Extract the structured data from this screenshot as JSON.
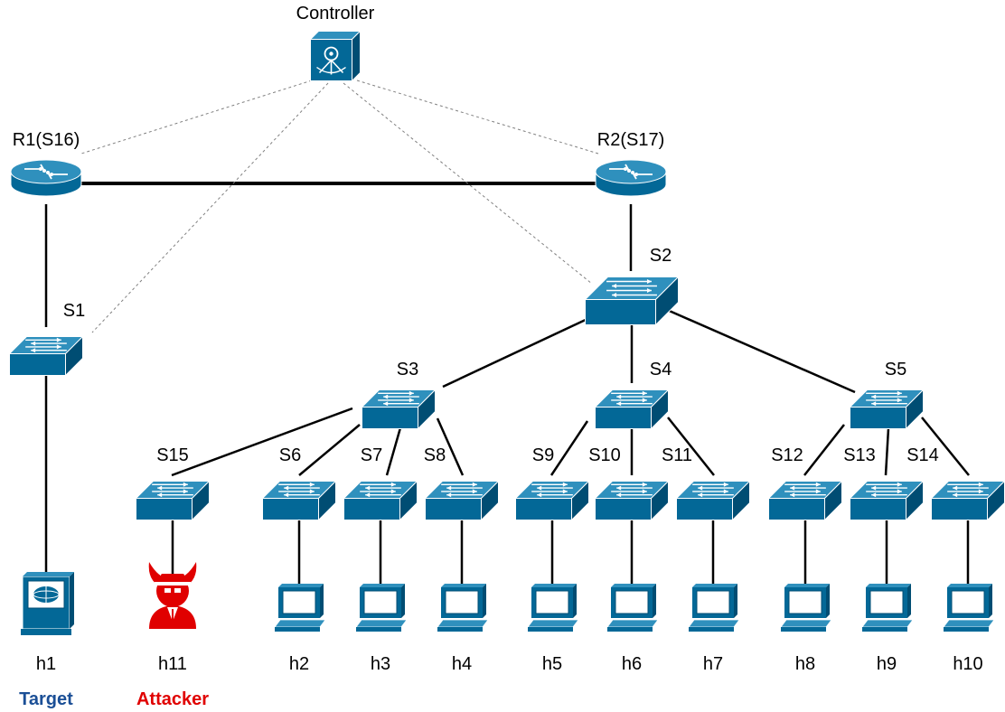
{
  "colors": {
    "device_face": "#036897",
    "device_top": "#2f90bd",
    "device_side": "#004d73",
    "target_label": "#1b4f96",
    "attacker_label": "#e00000",
    "attacker_icon": "#e00000",
    "physical_link": "#000000",
    "control_link": "#808080"
  },
  "nodes": {
    "controller": {
      "label": "Controller",
      "icon": "sdn-controller-icon"
    },
    "r1": {
      "label": "R1(S16)",
      "icon": "router-icon"
    },
    "r2": {
      "label": "R2(S17)",
      "icon": "router-icon"
    },
    "s1": {
      "label": "S1",
      "icon": "switch-icon"
    },
    "s2": {
      "label": "S2",
      "icon": "switch-icon"
    },
    "s3": {
      "label": "S3",
      "icon": "switch-icon"
    },
    "s4": {
      "label": "S4",
      "icon": "switch-icon"
    },
    "s5": {
      "label": "S5",
      "icon": "switch-icon"
    },
    "s6": {
      "label": "S6",
      "icon": "switch-icon"
    },
    "s7": {
      "label": "S7",
      "icon": "switch-icon"
    },
    "s8": {
      "label": "S8",
      "icon": "switch-icon"
    },
    "s9": {
      "label": "S9",
      "icon": "switch-icon"
    },
    "s10": {
      "label": "S10",
      "icon": "switch-icon"
    },
    "s11": {
      "label": "S11",
      "icon": "switch-icon"
    },
    "s12": {
      "label": "S12",
      "icon": "switch-icon"
    },
    "s13": {
      "label": "S13",
      "icon": "switch-icon"
    },
    "s14": {
      "label": "S14",
      "icon": "switch-icon"
    },
    "s15": {
      "label": "S15",
      "icon": "switch-icon"
    },
    "h1": {
      "label": "h1",
      "role": "Target",
      "icon": "web-server-terminal-icon"
    },
    "h2": {
      "label": "h2",
      "icon": "workstation-icon"
    },
    "h3": {
      "label": "h3",
      "icon": "workstation-icon"
    },
    "h4": {
      "label": "h4",
      "icon": "workstation-icon"
    },
    "h5": {
      "label": "h5",
      "icon": "workstation-icon"
    },
    "h6": {
      "label": "h6",
      "icon": "workstation-icon"
    },
    "h7": {
      "label": "h7",
      "icon": "workstation-icon"
    },
    "h8": {
      "label": "h8",
      "icon": "workstation-icon"
    },
    "h9": {
      "label": "h9",
      "icon": "workstation-icon"
    },
    "h10": {
      "label": "h10",
      "icon": "workstation-icon"
    },
    "h11": {
      "label": "h11",
      "role": "Attacker",
      "icon": "attacker-devil-icon"
    }
  },
  "links": [
    {
      "from": "r1",
      "to": "r2",
      "kind": "trunk"
    },
    {
      "from": "r1",
      "to": "s1",
      "kind": "physical"
    },
    {
      "from": "r2",
      "to": "s2",
      "kind": "physical"
    },
    {
      "from": "s1",
      "to": "h1",
      "kind": "physical"
    },
    {
      "from": "s2",
      "to": "s3",
      "kind": "physical"
    },
    {
      "from": "s2",
      "to": "s4",
      "kind": "physical"
    },
    {
      "from": "s2",
      "to": "s5",
      "kind": "physical"
    },
    {
      "from": "s3",
      "to": "s15",
      "kind": "physical"
    },
    {
      "from": "s3",
      "to": "s6",
      "kind": "physical"
    },
    {
      "from": "s3",
      "to": "s7",
      "kind": "physical"
    },
    {
      "from": "s3",
      "to": "s8",
      "kind": "physical"
    },
    {
      "from": "s4",
      "to": "s9",
      "kind": "physical"
    },
    {
      "from": "s4",
      "to": "s10",
      "kind": "physical"
    },
    {
      "from": "s4",
      "to": "s11",
      "kind": "physical"
    },
    {
      "from": "s5",
      "to": "s12",
      "kind": "physical"
    },
    {
      "from": "s5",
      "to": "s13",
      "kind": "physical"
    },
    {
      "from": "s5",
      "to": "s14",
      "kind": "physical"
    },
    {
      "from": "s15",
      "to": "h11",
      "kind": "physical"
    },
    {
      "from": "s6",
      "to": "h2",
      "kind": "physical"
    },
    {
      "from": "s7",
      "to": "h3",
      "kind": "physical"
    },
    {
      "from": "s8",
      "to": "h4",
      "kind": "physical"
    },
    {
      "from": "s9",
      "to": "h5",
      "kind": "physical"
    },
    {
      "from": "s10",
      "to": "h6",
      "kind": "physical"
    },
    {
      "from": "s11",
      "to": "h7",
      "kind": "physical"
    },
    {
      "from": "s12",
      "to": "h8",
      "kind": "physical"
    },
    {
      "from": "s13",
      "to": "h9",
      "kind": "physical"
    },
    {
      "from": "s14",
      "to": "h10",
      "kind": "physical"
    },
    {
      "from": "controller",
      "to": "r1",
      "kind": "control"
    },
    {
      "from": "controller",
      "to": "r2",
      "kind": "control"
    },
    {
      "from": "controller",
      "to": "s1",
      "kind": "control"
    },
    {
      "from": "controller",
      "to": "s2",
      "kind": "control"
    }
  ]
}
